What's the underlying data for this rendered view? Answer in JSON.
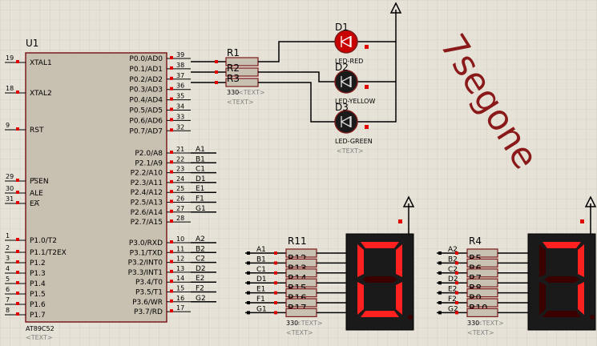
{
  "watermark": "7segone",
  "chip": {
    "name": "U1",
    "part": "AT89C52",
    "text": "<TEXT>",
    "left_pins": [
      {
        "num": "19",
        "label": "XTAL1"
      },
      {
        "num": "18",
        "label": "XTAL2"
      },
      {
        "num": "9",
        "label": "RST"
      },
      {
        "num": "29",
        "label": "PSEN"
      },
      {
        "num": "30",
        "label": "ALE"
      },
      {
        "num": "31",
        "label": "EA"
      },
      {
        "num": "1",
        "label": "P1.0/T2"
      },
      {
        "num": "2",
        "label": "P1.1/T2EX"
      },
      {
        "num": "3",
        "label": "P1.2"
      },
      {
        "num": "4",
        "label": "P1.3"
      },
      {
        "num": "5",
        "label": "P1.4"
      },
      {
        "num": "6",
        "label": "P1.5"
      },
      {
        "num": "7",
        "label": "P1.6"
      },
      {
        "num": "8",
        "label": "P1.7"
      }
    ],
    "right_pins": [
      {
        "num": "39",
        "label": "P0.0/AD0"
      },
      {
        "num": "38",
        "label": "P0.1/AD1"
      },
      {
        "num": "37",
        "label": "P0.2/AD2"
      },
      {
        "num": "36",
        "label": "P0.3/AD3"
      },
      {
        "num": "35",
        "label": "P0.4/AD4"
      },
      {
        "num": "34",
        "label": "P0.5/AD5"
      },
      {
        "num": "33",
        "label": "P0.6/AD6"
      },
      {
        "num": "32",
        "label": "P0.7/AD7"
      },
      {
        "num": "21",
        "label": "P2.0/A8",
        "net": "A1"
      },
      {
        "num": "22",
        "label": "P2.1/A9",
        "net": "B1"
      },
      {
        "num": "23",
        "label": "P2.2/A10",
        "net": "C1"
      },
      {
        "num": "24",
        "label": "P2.3/A11",
        "net": "D1"
      },
      {
        "num": "25",
        "label": "P2.4/A12",
        "net": "E1"
      },
      {
        "num": "26",
        "label": "P2.5/A13",
        "net": "F1"
      },
      {
        "num": "27",
        "label": "P2.6/A14",
        "net": "G1"
      },
      {
        "num": "28",
        "label": "P2.7/A15"
      },
      {
        "num": "10",
        "label": "P3.0/RXD",
        "net": "A2"
      },
      {
        "num": "11",
        "label": "P3.1/TXD",
        "net": "B2"
      },
      {
        "num": "12",
        "label": "P3.2/INT0",
        "net": "C2"
      },
      {
        "num": "13",
        "label": "P3.3/INT1",
        "net": "D2"
      },
      {
        "num": "14",
        "label": "P3.4/T0",
        "net": "E2"
      },
      {
        "num": "15",
        "label": "P3.5/T1",
        "net": "F2"
      },
      {
        "num": "16",
        "label": "P3.6/WR",
        "net": "G2"
      },
      {
        "num": "17",
        "label": "P3.7/RD"
      }
    ]
  },
  "led_resistors": {
    "labels": [
      "R1",
      "R2",
      "R3"
    ],
    "value": "330",
    "text": "<TEXT>"
  },
  "leds": [
    {
      "ref": "D1",
      "name": "LED-RED"
    },
    {
      "ref": "D2",
      "name": "LED-YELLOW"
    },
    {
      "ref": "D3",
      "name": "LED-GREEN",
      "text": "<TEXT>"
    }
  ],
  "display1": {
    "resistors": [
      "R11",
      "R12",
      "R13",
      "R14",
      "R15",
      "R16",
      "R17"
    ],
    "nets": [
      "A1",
      "B1",
      "C1",
      "D1",
      "E1",
      "F1",
      "G1"
    ],
    "value": "330",
    "text": "<TEXT>",
    "digit": "0"
  },
  "display2": {
    "resistors": [
      "R4",
      "R5",
      "R6",
      "R7",
      "R8",
      "R9",
      "R10"
    ],
    "nets": [
      "A2",
      "B2",
      "C2",
      "D2",
      "E2",
      "F2",
      "G2"
    ],
    "value": "330",
    "text": "<TEXT>",
    "digit": "7"
  },
  "colors": {
    "body": "#c8c0b0",
    "outline": "#7a1b1b",
    "segment_on": "#ff2020",
    "background": "#e6e2d7"
  }
}
